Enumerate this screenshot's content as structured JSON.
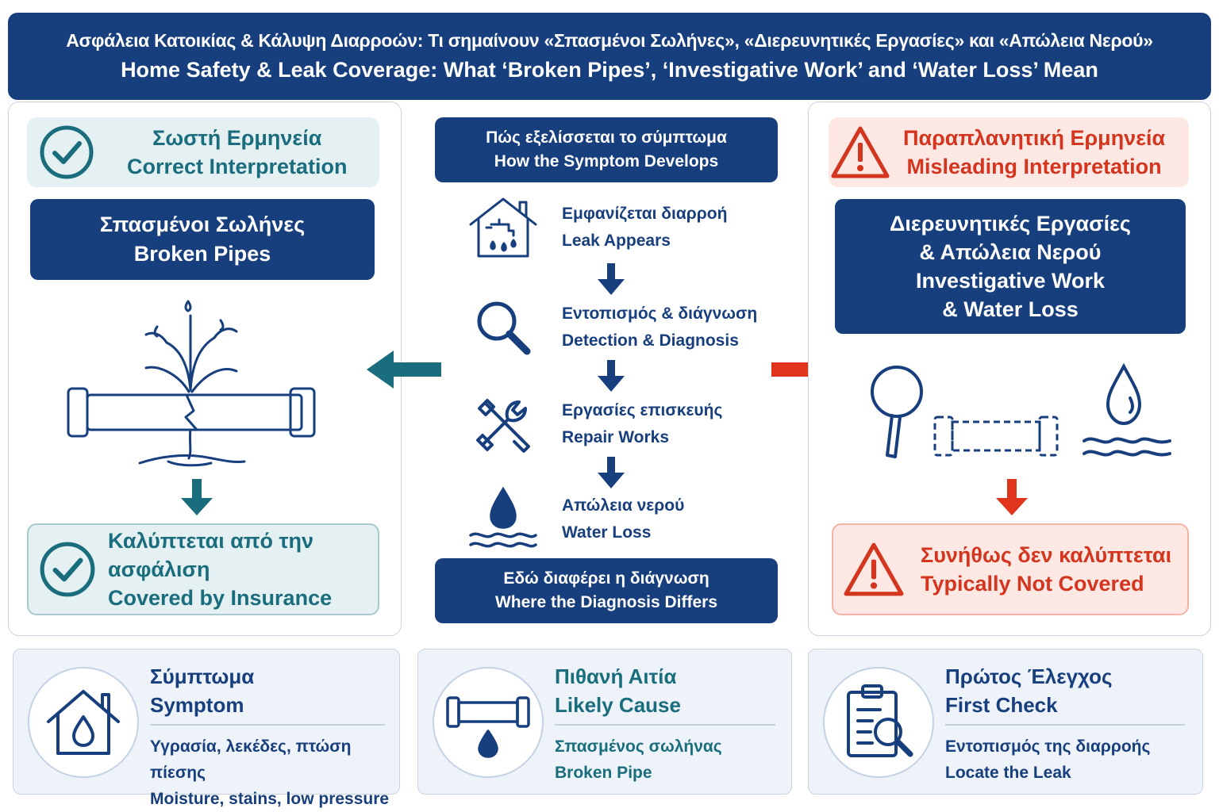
{
  "header": {
    "title_gr": "Ασφάλεια Κατοικίας & Κάλυψη Διαρροών: Τι σημαίνουν «Σπασμένοι Σωλήνες», «Διερευνητικές Εργασίες» και «Απώλεια Νερού»",
    "title_en": "Home Safety & Leak Coverage: What ‘Broken Pipes’, ‘Investigative Work’ and ‘Water Loss’ Mean"
  },
  "left": {
    "tag_gr": "Σωστή Ερμηνεία",
    "tag_en": "Correct Interpretation",
    "box_gr": "Σπασμένοι Σωλήνες",
    "box_en": "Broken Pipes",
    "result_gr": "Καλύπτεται από την ασφάλιση",
    "result_en": "Covered by Insurance",
    "icons": [
      "check-circle-icon",
      "burst-pipe-icon",
      "down-arrow-icon",
      "check-circle-icon"
    ],
    "accent": "#1a6d7d"
  },
  "center": {
    "top_gr": "Πώς εξελίσσεται το σύμπτωμα",
    "top_en": "How the Symptom Develops",
    "steps": [
      {
        "gr": "Εμφανίζεται διαρροή",
        "en": "Leak Appears",
        "icon": "house-faucet-icon"
      },
      {
        "gr": "Εντοπισμός & διάγνωση",
        "en": "Detection & Diagnosis",
        "icon": "magnifier-icon"
      },
      {
        "gr": "Εργασίες επισκευής",
        "en": "Repair Works",
        "icon": "tools-icon"
      },
      {
        "gr": "Απώλεια νερού",
        "en": "Water Loss",
        "icon": "water-drop-waves-icon"
      }
    ],
    "bottom_gr": "Εδώ διαφέρει η διάγνωση",
    "bottom_en": "Where the Diagnosis Differs"
  },
  "right": {
    "tag_gr": "Παραπλανητική Ερμηνεία",
    "tag_en": "Misleading Interpretation",
    "box_lines": [
      "Διερευνητικές Εργασίες",
      "& Απώλεια Νερού",
      "Investigative Work",
      "& Water Loss"
    ],
    "result_gr": "Συνήθως δεν καλύπτεται",
    "result_en": "Typically Not Covered",
    "icons": [
      "warning-icon",
      "magnifier-icon",
      "dashed-pipe-icon",
      "water-drop-waves-icon",
      "warning-icon"
    ],
    "accent": "#d4351f"
  },
  "cards": [
    {
      "title_gr": "Σύμπτωμα",
      "title_en": "Symptom",
      "desc_gr": "Υγρασία, λεκέδες, πτώση πίεσης",
      "desc_en": "Moisture, stains, low pressure",
      "icon": "house-drop-icon"
    },
    {
      "title_gr": "Πιθανή Αιτία",
      "title_en": "Likely Cause",
      "desc_gr": "Σπασμένος σωλήνας",
      "desc_en": "Broken Pipe",
      "icon": "leaking-pipe-icon"
    },
    {
      "title_gr": "Πρώτος Έλεγχος",
      "title_en": "First Check",
      "desc_gr": "Εντοπισμός της διαρροής",
      "desc_en": "Locate the Leak",
      "icon": "clipboard-search-icon"
    }
  ],
  "colors": {
    "navy": "#173e7d",
    "teal": "#1a6d7d",
    "red": "#d4351f"
  }
}
